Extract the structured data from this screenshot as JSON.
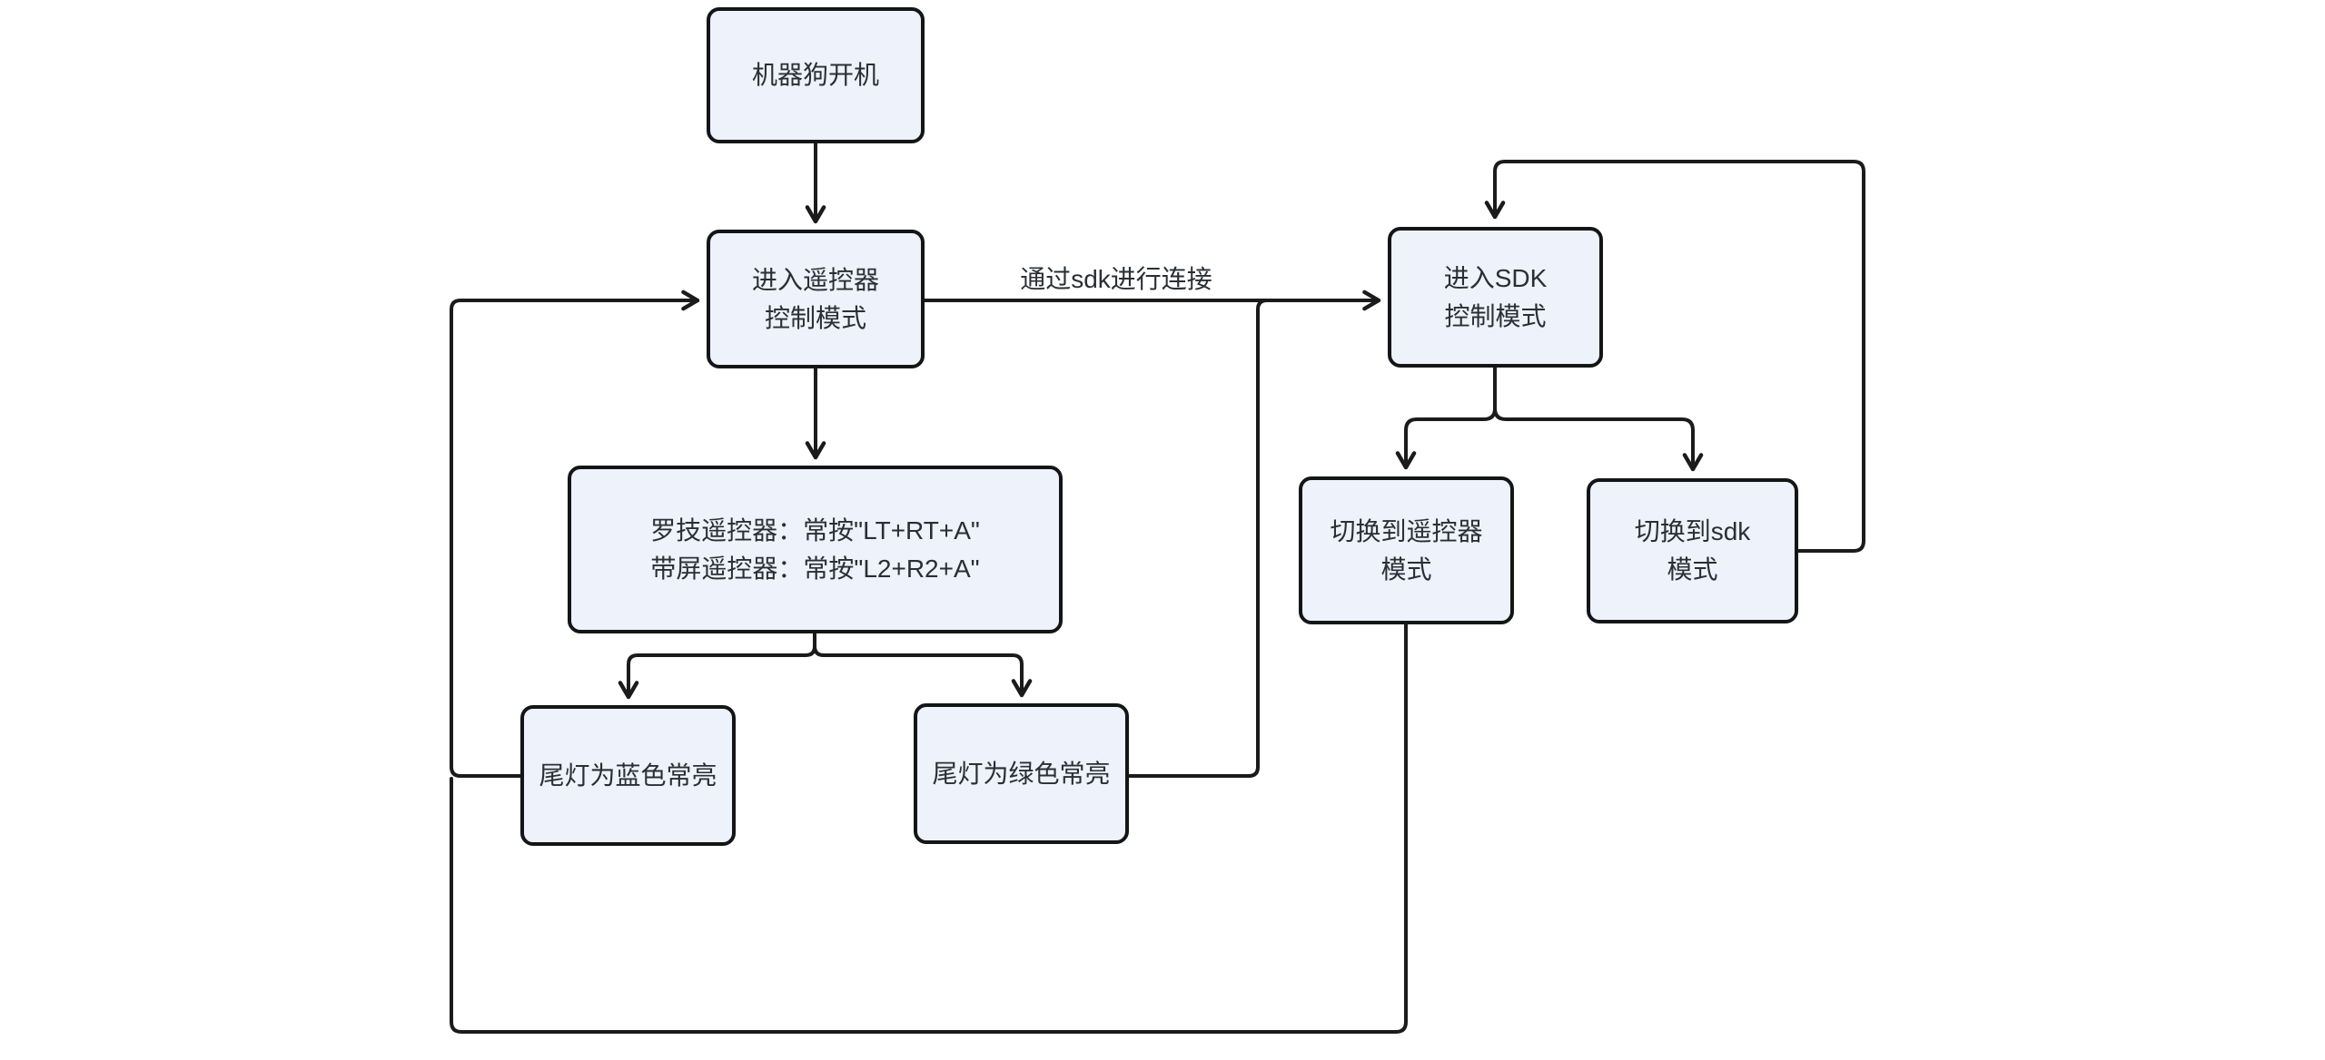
{
  "diagram": {
    "type": "flowchart",
    "background_color": "#ffffff",
    "node_fill_color": "#edf2fb",
    "node_border_color": "#141516",
    "text_color": "#2a2e35",
    "line_color": "#1b1b1b"
  },
  "nodes": {
    "power_on": {
      "label": "机器狗开机"
    },
    "remote_mode": {
      "label": "进入遥控器\n控制模式"
    },
    "hold_buttons": {
      "label": "罗技遥控器：常按\"LT+RT+A\"\n带屏遥控器：常按\"L2+R2+A\""
    },
    "tail_blue": {
      "label": "尾灯为蓝色常亮"
    },
    "tail_green": {
      "label": "尾灯为绿色常亮"
    },
    "sdk_mode": {
      "label": "进入SDK\n控制模式"
    },
    "switch_remote": {
      "label": "切换到遥控器\n模式"
    },
    "switch_sdk": {
      "label": "切换到sdk\n模式"
    }
  },
  "edge_label": {
    "sdk_connect": "通过sdk进行连接"
  },
  "edges": [
    {
      "from": "power_on",
      "to": "remote_mode",
      "label": ""
    },
    {
      "from": "remote_mode",
      "to": "sdk_mode",
      "label": "通过sdk进行连接"
    },
    {
      "from": "remote_mode",
      "to": "hold_buttons",
      "label": ""
    },
    {
      "from": "hold_buttons",
      "to": "tail_blue",
      "label": ""
    },
    {
      "from": "hold_buttons",
      "to": "tail_green",
      "label": ""
    },
    {
      "from": "tail_blue",
      "to": "remote_mode",
      "label": ""
    },
    {
      "from": "tail_green",
      "to": "sdk_mode",
      "label": ""
    },
    {
      "from": "sdk_mode",
      "to": "switch_remote",
      "label": ""
    },
    {
      "from": "sdk_mode",
      "to": "switch_sdk",
      "label": ""
    },
    {
      "from": "switch_remote",
      "to": "remote_mode",
      "label": ""
    },
    {
      "from": "switch_sdk",
      "to": "sdk_mode",
      "label": ""
    }
  ]
}
